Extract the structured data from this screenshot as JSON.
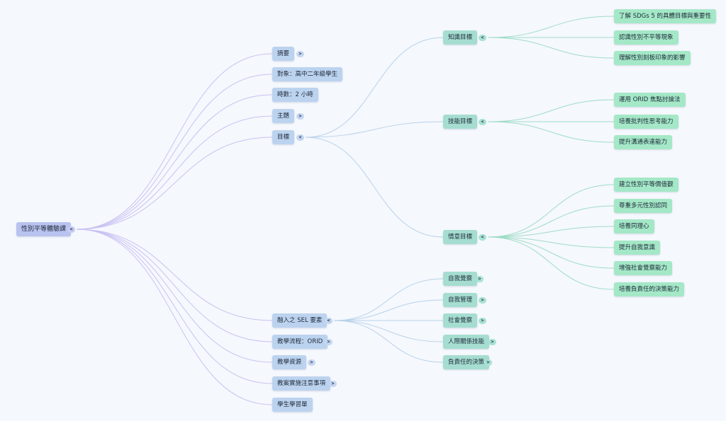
{
  "root": {
    "label": "性別平等體驗課",
    "toggle": "<"
  },
  "branches": [
    {
      "label": "摘要",
      "toggle": ">"
    },
    {
      "label": "對象：高中二年級學生"
    },
    {
      "label": "時數：2 小時"
    },
    {
      "label": "主題",
      "toggle": ">"
    },
    {
      "label": "目標",
      "toggle": "<"
    },
    {
      "label": "融入之 SEL 要素",
      "toggle": "<"
    },
    {
      "label": "教學流程：ORID",
      "toggle": ">"
    },
    {
      "label": "教學資源",
      "toggle": ">"
    },
    {
      "label": "教案實施注意事項",
      "toggle": ">"
    },
    {
      "label": "學生學習單"
    }
  ],
  "goals": [
    {
      "label": "知識目標",
      "toggle": "<",
      "items": [
        "了解 SDGs 5 的具體目標與重要性",
        "認識性別不平等現象",
        "理解性別刻板印象的影響"
      ]
    },
    {
      "label": "技能目標",
      "toggle": "<",
      "items": [
        "運用 ORID 焦點討論法",
        "培養批判性思考能力",
        "提升溝通表達能力"
      ]
    },
    {
      "label": "情意目標",
      "toggle": "<",
      "items": [
        "建立性別平等價值觀",
        "尊重多元性別認同",
        "培養同理心",
        "提升自我意識",
        "增強社會覺察能力",
        "培養負責任的決策能力"
      ]
    }
  ],
  "sel": [
    {
      "label": "自我覺察",
      "toggle": ">"
    },
    {
      "label": "自我管理",
      "toggle": ">"
    },
    {
      "label": "社會覺察",
      "toggle": ">"
    },
    {
      "label": "人際關係技能",
      "toggle": ">"
    },
    {
      "label": "負責任的決策",
      "toggle": ">"
    }
  ],
  "colors": {
    "root_link": "#c8c2f2",
    "goal_link": "#b8d2ea",
    "leaf_link": "#9fdcc7"
  }
}
